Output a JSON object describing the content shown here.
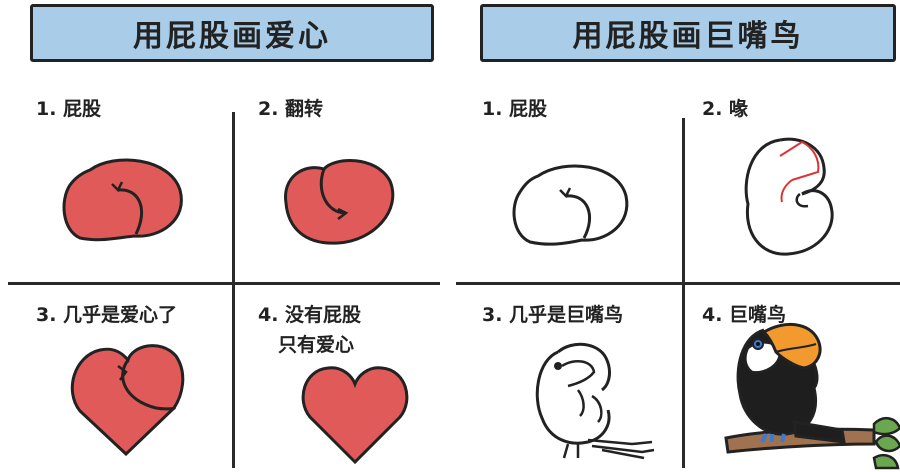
{
  "left": {
    "title": "用屁股画爱心",
    "steps": [
      {
        "label": "1. 屁股"
      },
      {
        "label": "2. 翻转"
      },
      {
        "label": "3. 几乎是爱心了"
      },
      {
        "label": "4. 没有屁股",
        "label2": "只有爱心"
      }
    ]
  },
  "right": {
    "title": "用屁股画巨嘴鸟",
    "steps": [
      {
        "label": "1. 屁股"
      },
      {
        "label": "2. 喙"
      },
      {
        "label": "3. 几乎是巨嘴鸟"
      },
      {
        "label": "4. 巨嘴鸟"
      }
    ]
  },
  "colors": {
    "banner_bg": "#a9cde8",
    "heart_red": "#e05a5a",
    "beak_orange": "#f29a2e",
    "outline": "#222222",
    "branch_brown": "#a0724f",
    "leaf_green": "#6aa84f"
  }
}
